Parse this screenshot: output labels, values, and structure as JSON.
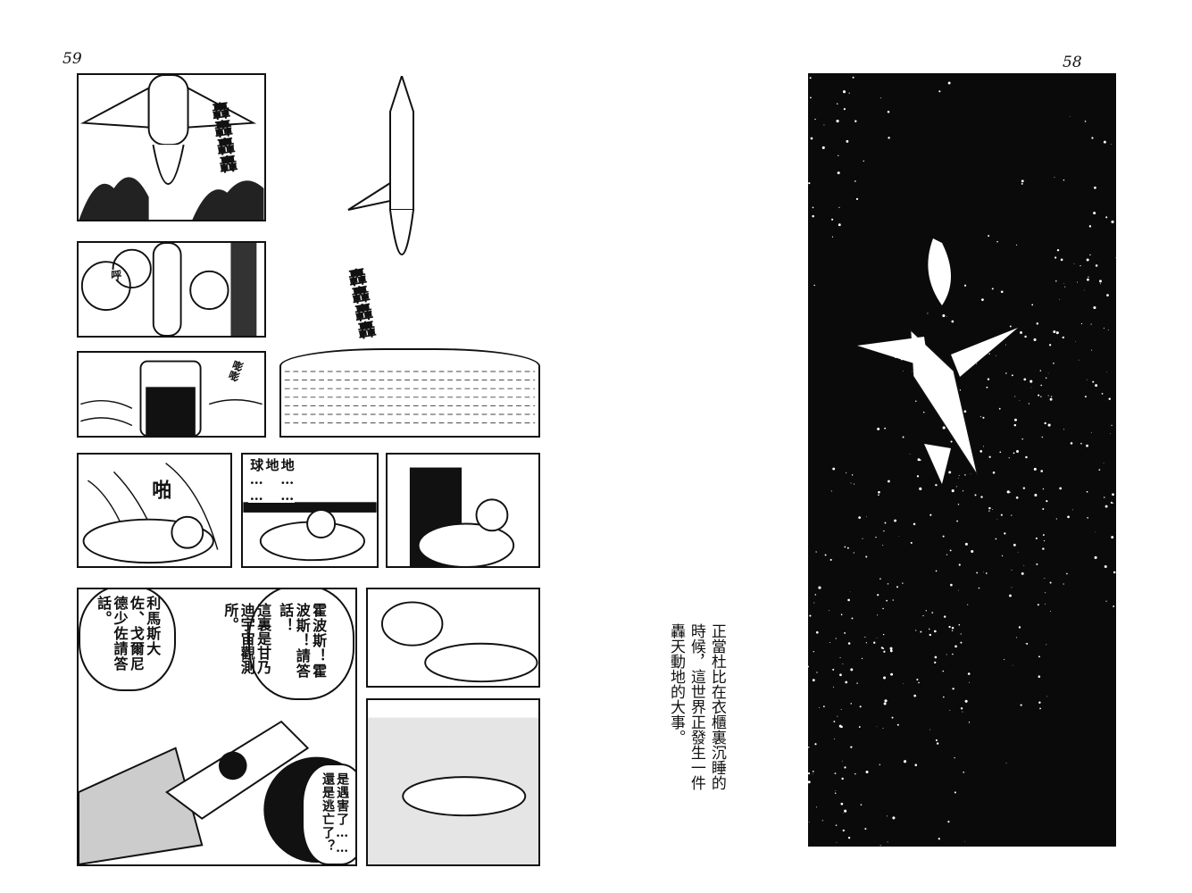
{
  "left_page": {
    "page_number": "59",
    "sfx_rumble_1": "轟轟轟轟",
    "sfx_rumble_2": "轟轟轟轟",
    "sfx_whoosh": "呼",
    "sfx_door": "嘭嘭",
    "sfx_thud": "啪",
    "speech_earth": "地……地球……",
    "speech_hobbs": "霍波斯！霍波斯！請答話！",
    "speech_kennedy": "這裏是甘乃迪宇宙觀測所。",
    "speech_officers": "利馬斯大佐、戈爾尼德少佐請答話。",
    "speech_question": "是遇害了……還是逃亡了？"
  },
  "right_page": {
    "page_number": "58",
    "caption": "正當杜比在衣櫃裏沉睡的時候，這世界正發生一件轟天動地的大事。"
  }
}
